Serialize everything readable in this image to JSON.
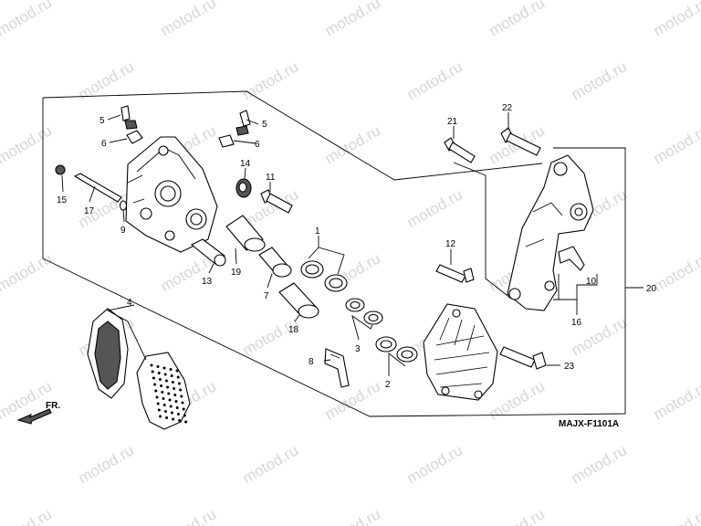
{
  "watermark": "motod.ru",
  "diagram_code": "MAJX-F1101A",
  "direction_label": "FR.",
  "callouts": [
    "1",
    "2",
    "3",
    "4",
    "5",
    "5",
    "6",
    "6",
    "7",
    "8",
    "9",
    "10",
    "11",
    "12",
    "13",
    "14",
    "15",
    "16",
    "17",
    "18",
    "19",
    "20",
    "21",
    "22",
    "23"
  ]
}
